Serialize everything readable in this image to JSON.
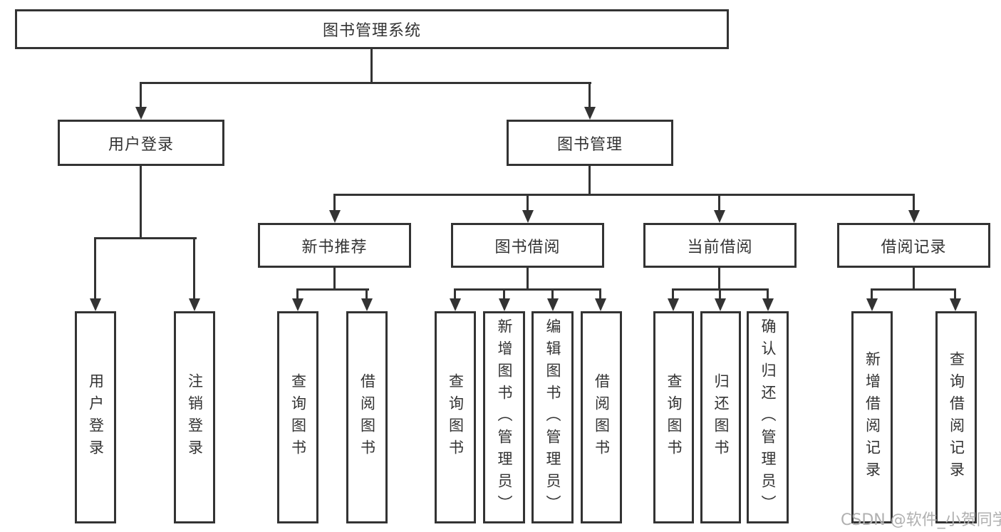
{
  "diagram": {
    "type": "hierarchy-tree",
    "watermark": "CSDN @软件_小贺同学",
    "colors": {
      "line": "#333333",
      "border": "#333333",
      "text": "#333333",
      "watermark": "#b0b0b0",
      "background": "#ffffff"
    },
    "tree": {
      "label": "图书管理系统",
      "children": [
        {
          "label": "用户登录",
          "children": [
            {
              "label": "用户登录"
            },
            {
              "label": "注销登录"
            }
          ]
        },
        {
          "label": "图书管理",
          "children": [
            {
              "label": "新书推荐",
              "children": [
                {
                  "label": "查询图书"
                },
                {
                  "label": "借阅图书"
                }
              ]
            },
            {
              "label": "图书借阅",
              "children": [
                {
                  "label": "查询图书"
                },
                {
                  "label": "新增图书（管理员）"
                },
                {
                  "label": "编辑图书（管理员）"
                },
                {
                  "label": "借阅图书"
                }
              ]
            },
            {
              "label": "当前借阅",
              "children": [
                {
                  "label": "查询图书"
                },
                {
                  "label": "归还图书"
                },
                {
                  "label": "确认归还（管理员）"
                }
              ]
            },
            {
              "label": "借阅记录",
              "children": [
                {
                  "label": "新增借阅记录"
                },
                {
                  "label": "查询借阅记录"
                }
              ]
            }
          ]
        }
      ]
    }
  }
}
